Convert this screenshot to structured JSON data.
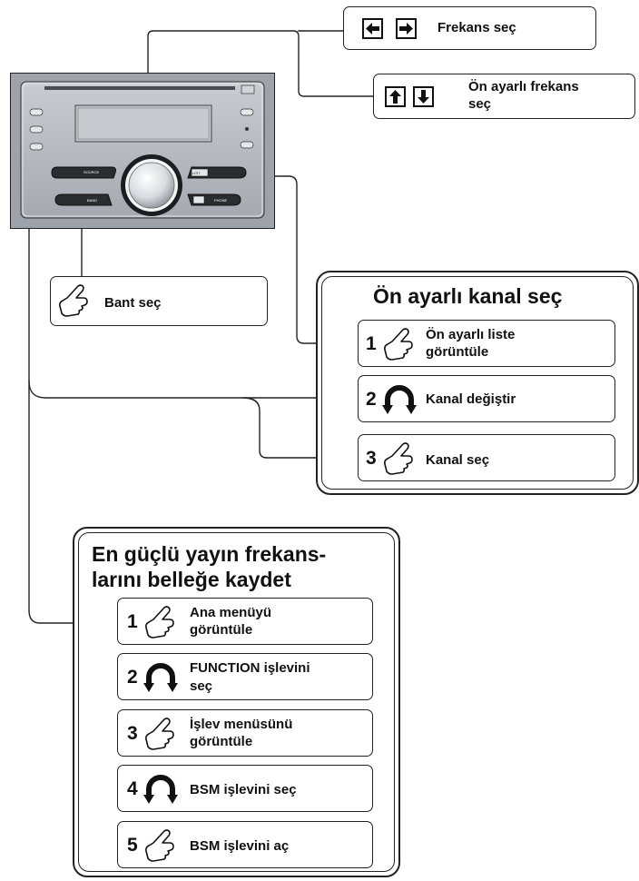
{
  "top_left_box": {
    "label": "Frekans seç",
    "icons": [
      "left-arrow-icon",
      "right-arrow-icon"
    ]
  },
  "top_right_box": {
    "label_line1": "Ön ayarlı frekans",
    "label_line2": "seç",
    "icons": [
      "up-arrow-icon",
      "down-arrow-icon"
    ]
  },
  "band_box": {
    "label": "Bant seç",
    "icon": "hand-press-icon"
  },
  "preset_panel": {
    "title": "Ön ayarlı kanal seç",
    "steps": [
      {
        "num": "1",
        "icon": "hand-press-icon",
        "line1": "Ön ayarlı liste",
        "line2": "görüntüle"
      },
      {
        "num": "2",
        "icon": "rotate-knob-icon",
        "line1": "Kanal değiştir",
        "line2": ""
      },
      {
        "num": "3",
        "icon": "hand-press-icon",
        "line1": "Kanal seç",
        "line2": ""
      }
    ]
  },
  "bsm_panel": {
    "title_line1": "En güçlü yayın frekans-",
    "title_line2": "larını belleğe kaydet",
    "steps": [
      {
        "num": "1",
        "icon": "hand-press-icon",
        "line1": "Ana menüyü",
        "line2": "görüntüle"
      },
      {
        "num": "2",
        "icon": "rotate-knob-icon",
        "line1": "FUNCTION işlevini",
        "line2": "seç"
      },
      {
        "num": "3",
        "icon": "hand-press-icon",
        "line1": "İşlev menüsünü",
        "line2": "görüntüle"
      },
      {
        "num": "4",
        "icon": "rotate-knob-icon",
        "line1": "BSM işlevini seç",
        "line2": ""
      },
      {
        "num": "5",
        "icon": "hand-press-icon",
        "line1": "BSM işlevini aç",
        "line2": ""
      }
    ]
  },
  "radio": {
    "btn_source": "SOURCE",
    "btn_band": "BAND",
    "btn_list": "LIST",
    "btn_phone": "PHONE"
  }
}
